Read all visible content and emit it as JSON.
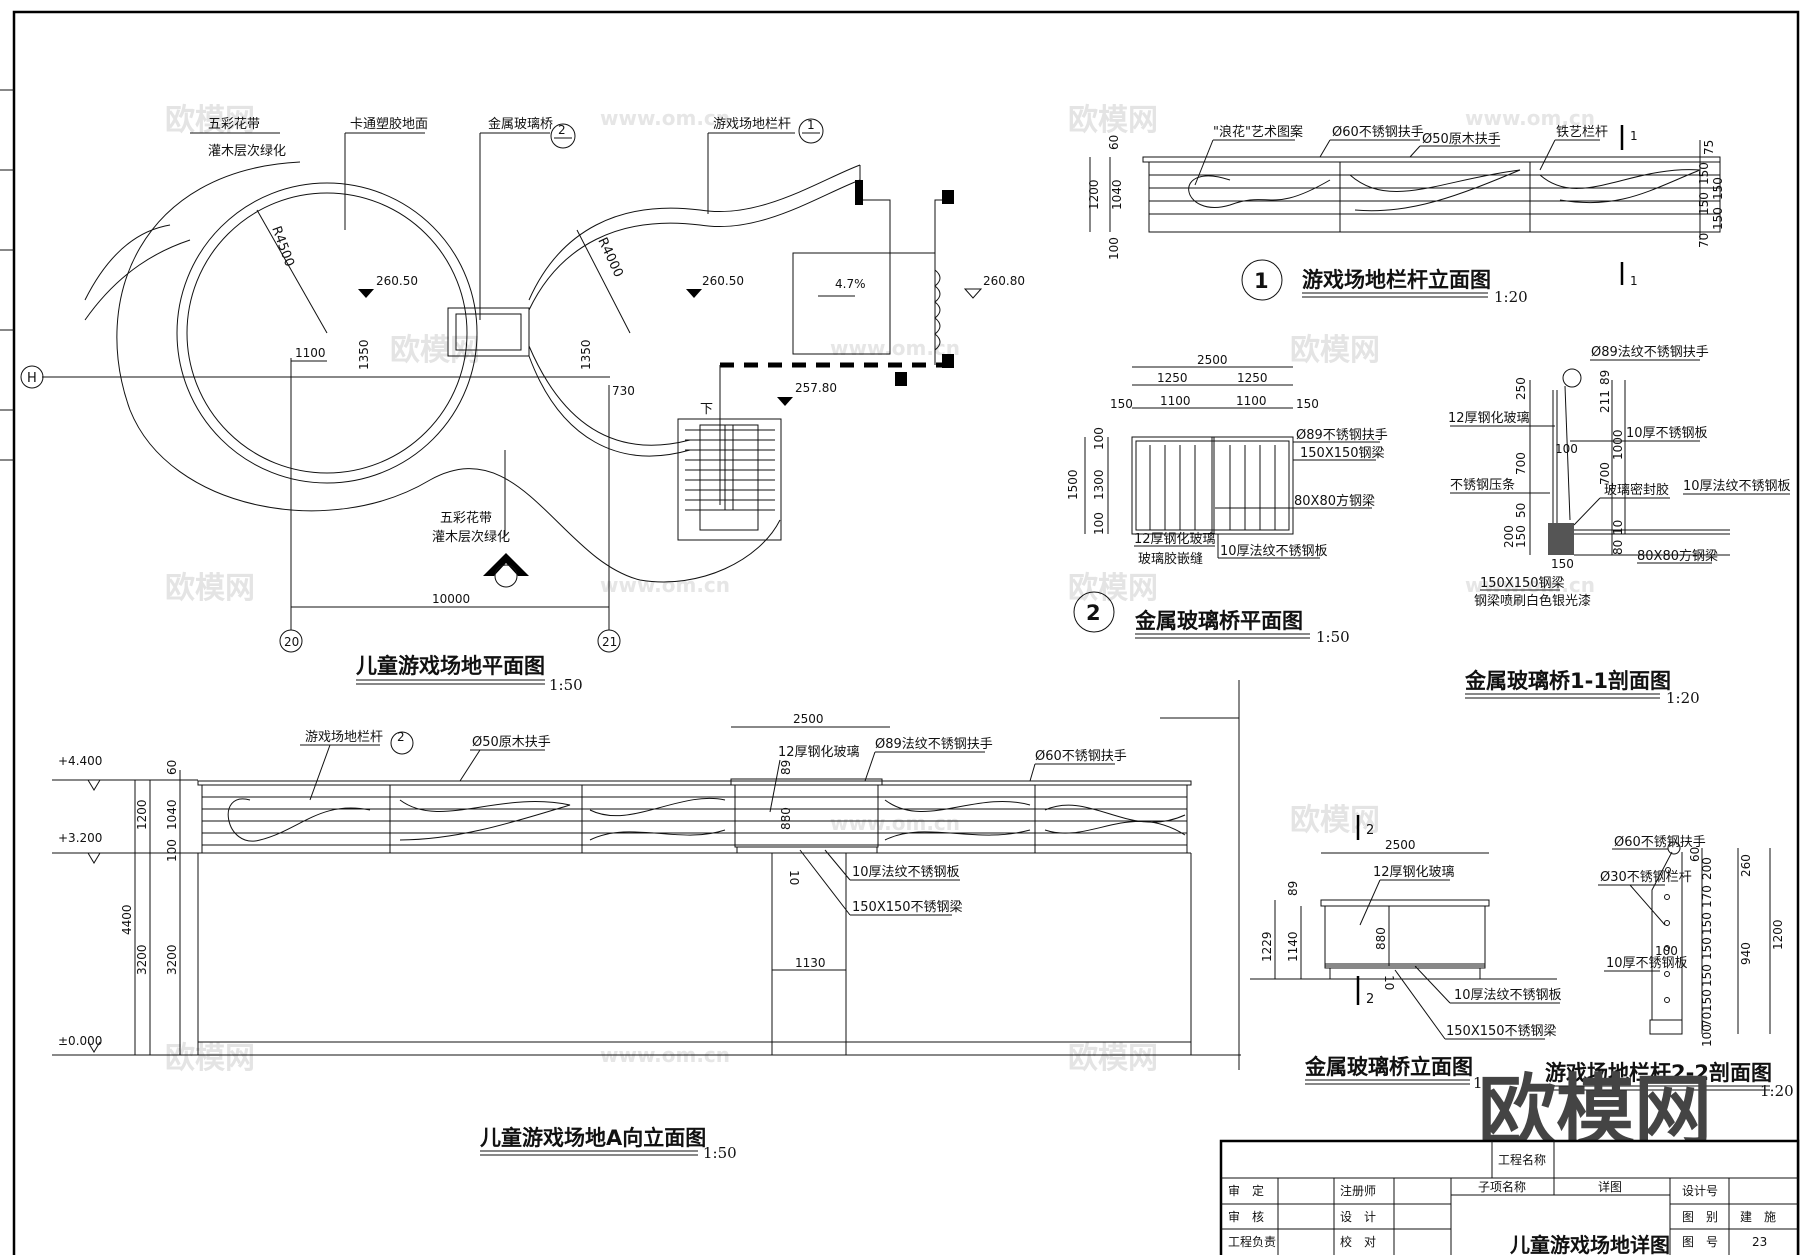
{
  "watermarks": {
    "brand": "欧模网",
    "url": "www.om.cn"
  },
  "plan": {
    "title": "儿童游戏场地平面图",
    "scale": "1:50",
    "flower_belt_1": "五彩花带",
    "shrub_1": "灌木层次绿化",
    "cartoon_floor": "卡通塑胶地面",
    "glass_bridge": "金属玻璃桥",
    "railing": "游戏场地栏杆",
    "flower_belt_2": "五彩花带",
    "shrub_2": "灌木层次绿化",
    "callout_2": "2",
    "callout_1": "1",
    "r1": "R4500",
    "r2": "R4000",
    "elev_1": "260.50",
    "elev_2": "260.50",
    "elev_3": "260.80",
    "elev_4": "257.80",
    "slope": "4.7%",
    "stair_down": "下",
    "d1100": "1100",
    "d1350a": "1350",
    "d1350b": "1350",
    "d730": "730",
    "d10000": "10000",
    "axis_h": "H",
    "axis_20": "20",
    "axis_21": "21"
  },
  "railing_elev": {
    "num": "1",
    "title": "游戏场地栏杆立面图",
    "scale": "1:20",
    "wave_pattern": "\"浪花\"艺术图案",
    "steel_rail": "Ø60不锈钢扶手",
    "wood_rail": "Ø50原木扶手",
    "iron_bar": "铁艺栏杆",
    "d60": "60",
    "d1200": "1200",
    "d1040": "1040",
    "d100": "100",
    "r75": "75",
    "r150a": "150",
    "r150b": "150",
    "r150c": "150",
    "r150d": "150",
    "r70": "70",
    "sec": "1"
  },
  "bridge_plan": {
    "num": "2",
    "title": "金属玻璃桥平面图",
    "scale": "1:50",
    "d2500": "2500",
    "d1250a": "1250",
    "d1250b": "1250",
    "d150a": "150",
    "d1100a": "1100",
    "d1100b": "1100",
    "d150b": "150",
    "d1500": "1500",
    "d100a": "100",
    "d1300": "1300",
    "d100b": "100",
    "rail": "Ø89不锈钢扶手",
    "beam": "150X150钢梁",
    "sq_beam": "80X80方钢梁",
    "glass": "12厚钢化玻璃",
    "glue": "玻璃胶嵌缝",
    "plate": "10厚法纹不锈钢板"
  },
  "bridge_section": {
    "title": "金属玻璃桥1-1剖面图",
    "scale": "1:20",
    "rail": "Ø89法纹不锈钢扶手",
    "glass": "12厚钢化玻璃",
    "plate": "10厚不锈钢板",
    "strip": "不锈钢压条",
    "sealant": "玻璃密封胶",
    "pattern_plate": "10厚法纹不锈钢板",
    "sq_beam": "80X80方钢梁",
    "beam": "150X150钢梁",
    "paint": "钢梁喷刷白色银光漆",
    "d250": "250",
    "d700a": "700",
    "d50": "50",
    "d200": "200",
    "d150a": "150",
    "d150b": "150",
    "d89": "89",
    "d211": "211",
    "d1000": "1000",
    "d700b": "700",
    "d100": "100",
    "d10": "10",
    "d80": "80"
  },
  "elevation_a": {
    "title": "儿童游戏场地A向立面图",
    "scale": "1:50",
    "lv_top": "+4.400",
    "lv_mid": "+3.200",
    "lv_0": "±0.000",
    "d4400": "4400",
    "d1200": "1200",
    "d3200a": "3200",
    "d60": "60",
    "d1040": "1040",
    "d100": "100",
    "d3200b": "3200",
    "d2500": "2500",
    "d880": "880",
    "d1130": "1130",
    "d89": "89",
    "d10": "10",
    "railing": "游戏场地栏杆",
    "callout": "2",
    "wood_rail": "Ø50原木扶手",
    "glass": "12厚钢化玻璃",
    "rail89": "Ø89法纹不锈钢扶手",
    "rail60": "Ø60不锈钢扶手",
    "plate": "10厚法纹不锈钢板",
    "beam": "150X150不锈钢梁"
  },
  "bridge_elev": {
    "title": "金属玻璃桥立面图",
    "scale": "1:",
    "d2500": "2500",
    "glass": "12厚钢化玻璃",
    "d89": "89",
    "d1229": "1229",
    "d1140": "1140",
    "d880": "880",
    "d10": "10",
    "plate": "10厚法纹不锈钢板",
    "beam": "150X150不锈钢梁",
    "sec_top": "2",
    "sec_bot": "2"
  },
  "railing_section": {
    "title": "游戏场地栏杆2-2剖面图",
    "scale": "1:20",
    "rail": "Ø60不锈钢扶手",
    "bar": "Ø30不锈钢栏杆",
    "plate": "10厚不锈钢板",
    "d60": "60",
    "d200": "200",
    "d170": "170",
    "d150a": "150",
    "d150b": "150",
    "d150c": "150",
    "d150d": "150",
    "d70": "70",
    "d100": "100",
    "d260": "260",
    "d940": "940",
    "d1200": "1200",
    "d100b": "100"
  },
  "title_block": {
    "project_name": "工程名称",
    "approve": "审　定",
    "registered": "注册师",
    "sub_item": "子项名称",
    "sub_item_val": "详图",
    "design_no": "设计号",
    "review": "审　核",
    "design": "设　计",
    "category": "图　别",
    "category_val": "建　施",
    "leader": "工程负责",
    "check": "校　对",
    "drawing_no": "图　号",
    "drawing_no_val": "23",
    "drawing_title": "儿童游戏场地详图"
  }
}
